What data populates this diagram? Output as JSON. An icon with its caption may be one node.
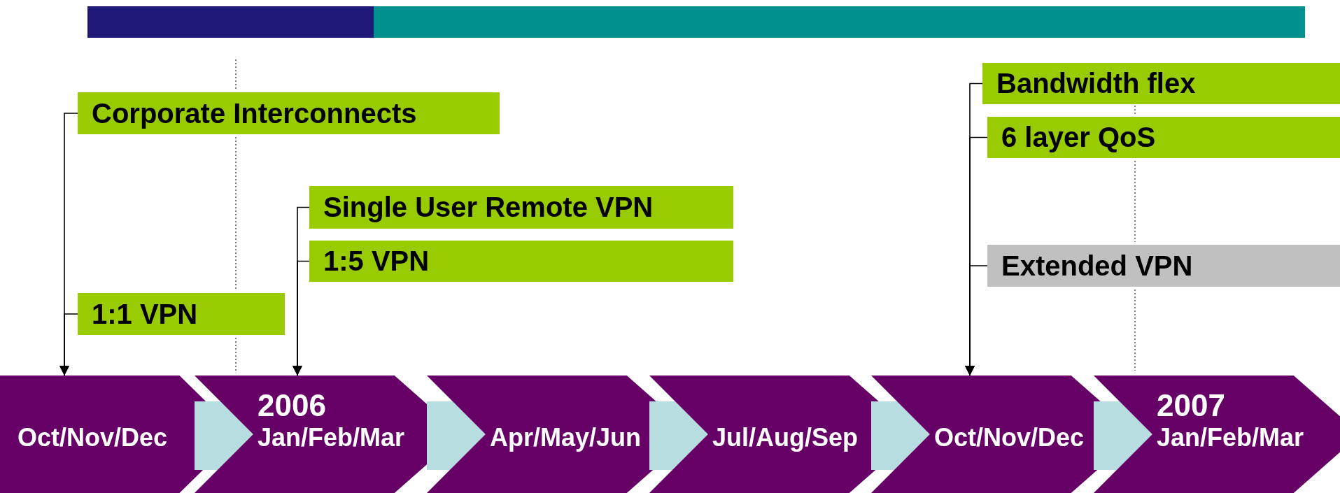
{
  "diagram": {
    "nodes": [
      {
        "text": [
          "Bandwidth flex"
        ]
      },
      {
        "text": [
          "Corporate Interconnects"
        ]
      },
      {
        "text": [
          "6 layer QoS"
        ]
      },
      {
        "text": [
          "Single User Remote VPN"
        ]
      },
      {
        "text": [
          "1:5 VPN"
        ]
      },
      {
        "text": [
          "Extended VPN"
        ]
      },
      {
        "text": [
          "1:1 VPN"
        ]
      },
      {
        "text": [
          "Oct/Nov/Dec"
        ]
      },
      {
        "text": [
          "2006",
          "Jan/Feb/Mar"
        ]
      },
      {
        "text": [
          "Apr/May/Jun"
        ]
      },
      {
        "text": [
          "Jul/Aug/Sep"
        ]
      },
      {
        "text": [
          "Oct/Nov/Dec"
        ]
      },
      {
        "text": [
          "2007",
          "Jan/Feb/Mar"
        ]
      }
    ],
    "edges": [
      {
        "from": 1,
        "to": 7,
        "arrow": "to"
      },
      {
        "from": 6,
        "to": 7,
        "arrow": "to"
      },
      {
        "from": 3,
        "to": 8,
        "arrow": "to"
      },
      {
        "from": 4,
        "to": 8,
        "arrow": "to"
      },
      {
        "from": 0,
        "to": 11,
        "arrow": "to"
      },
      {
        "from": 2,
        "to": 11,
        "arrow": "to"
      },
      {
        "from": 5,
        "to": 11,
        "arrow": "to"
      }
    ]
  }
}
